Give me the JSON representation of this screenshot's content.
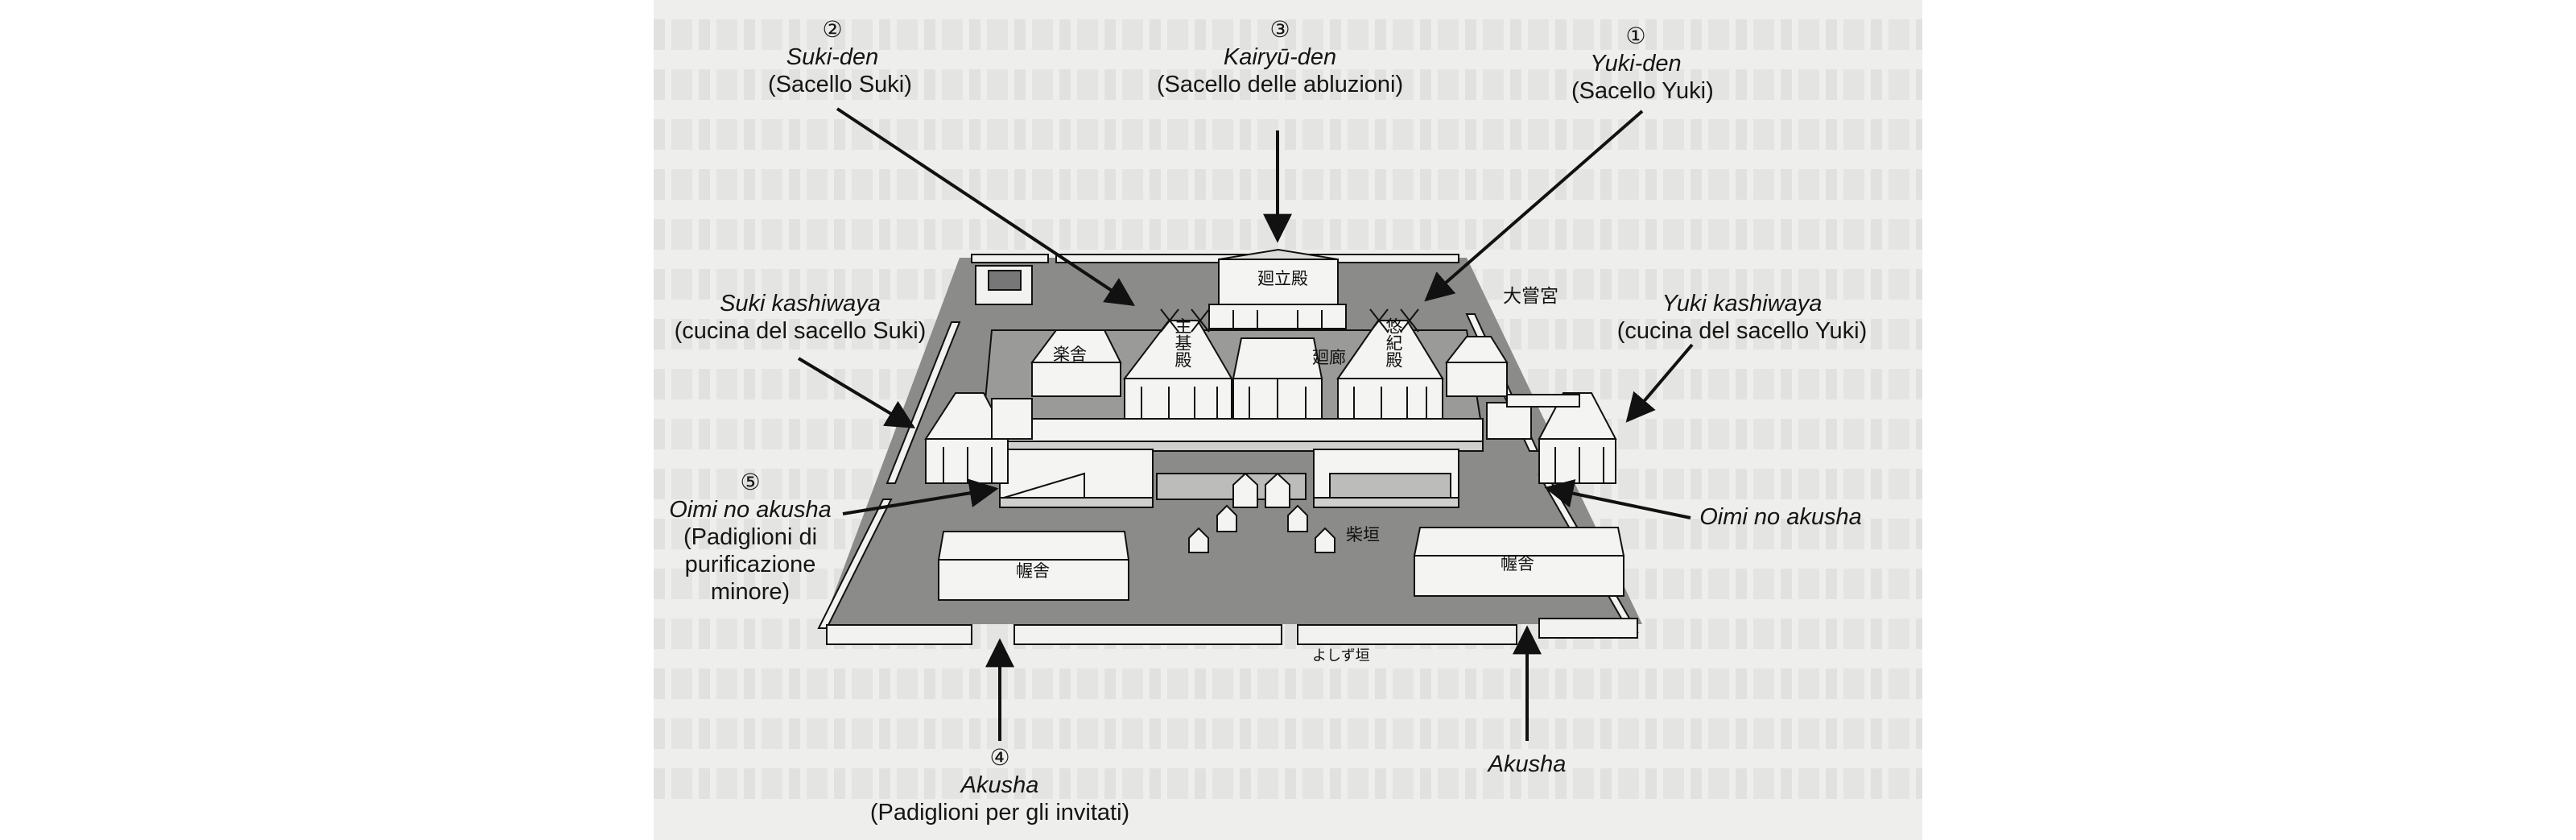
{
  "labels": {
    "yuki_den": {
      "num": "①",
      "name": "Yuki-den",
      "desc": "(Sacello Yuki)"
    },
    "suki_den": {
      "num": "②",
      "name": "Suki-den",
      "desc": "(Sacello Suki)"
    },
    "kairyu_den": {
      "num": "③",
      "name": "Kairyū-den",
      "desc": "(Sacello delle abluzioni)"
    },
    "suki_kashiwaya": {
      "name": "Suki kashiwaya",
      "desc": "(cucina del sacello Suki)"
    },
    "yuki_kashiwaya": {
      "name": "Yuki kashiwaya",
      "desc": "(cucina del sacello Yuki)"
    },
    "oimi_left": {
      "num": "⑤",
      "name": "Oimi no akusha",
      "desc1": "(Padiglioni di",
      "desc2": "purificazione",
      "desc3": "minore)"
    },
    "oimi_right": {
      "name": "Oimi no akusha"
    },
    "akusha_left": {
      "num": "④",
      "name": "Akusha",
      "desc": "(Padiglioni per gli invitati)"
    },
    "akusha_right": {
      "name": "Akusha"
    }
  },
  "kanji": {
    "kairyuden": "廻立殿",
    "daijokyu": "大嘗宮",
    "gakusha": "楽舎",
    "sukiden": "主基殿",
    "yukiden": "悠紀殿",
    "tenrou": "廻廊",
    "shibagaki": "柴垣",
    "akusha_left": "幄舎",
    "akusha_right": "幄舎",
    "yoshizugaki": "よしず垣"
  }
}
